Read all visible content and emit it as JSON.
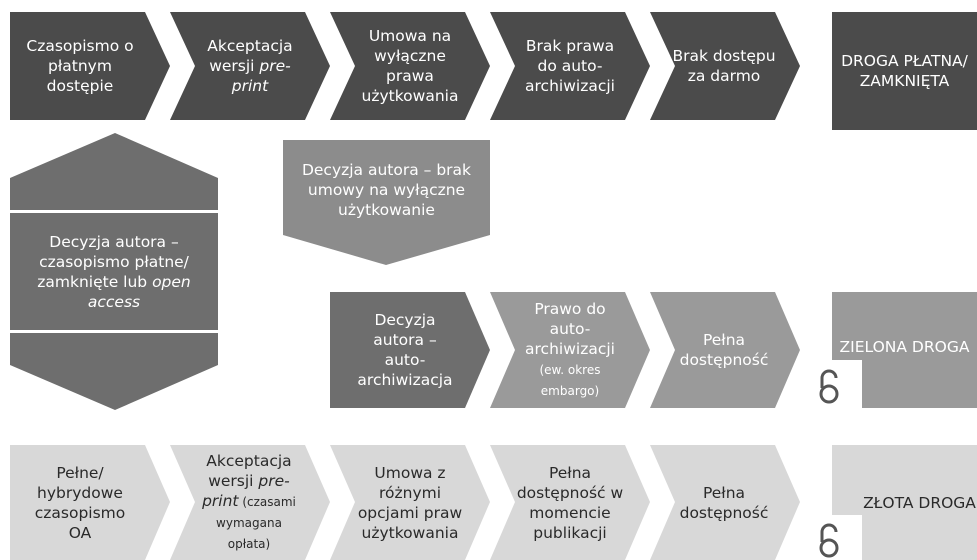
{
  "colors": {
    "row1": "#4b4b4b",
    "row2_dark": "#6e6e6e",
    "row2_mid": "#9a9a9a",
    "row2_light": "#c2c2c2",
    "row3": "#d8d8d8"
  },
  "row1": {
    "s1": "Czasopismo o\npłatnym\ndostępie",
    "s2a": "Akceptacja\nwersji ",
    "s2b": "pre-\nprint",
    "s3": "Umowa na\nwyłączne\nprawa\nużytkowania",
    "s4": "Brak prawa\ndo auto-\narchiwizacji",
    "s5": "Brak dostępu\nza darmo",
    "end": "DROGA PŁATNA/\nZAMKNIĘTA"
  },
  "left_decision": {
    "a": "Decyzja autora –\nczasopismo płatne/\nzamknięte lub ",
    "b": "open\naccess"
  },
  "mid_decision": "Decyzja autora – brak\numowy na wyłączne\nużytkowanie",
  "row2": {
    "s1": "Decyzja\nautora –\nauto-\narchiwizacja",
    "s2": "Prawo do\nauto-\narchiwizacji",
    "s2_note": "(ew. okres\nembargo)",
    "s3": "Pełna\ndostępność",
    "end": "ZIELONA DROGA"
  },
  "row3": {
    "s1": "Pełne/\nhybrydowe\nczasopismo\nOA",
    "s2a": "Akceptacja\nwersji ",
    "s2b": "pre-\nprint",
    "s2c": " (czasami\nwymagana\nopłata)",
    "s3": "Umowa z\nróżnymi\nopcjami praw\nużytkowania",
    "s4": "Pełna\ndostępność w\nmomencie\npublikacji",
    "s5": "Pełna\ndostępność",
    "end": "ZŁOTA DROGA"
  },
  "icons": [
    "open-access-icon",
    "open-access-icon"
  ]
}
